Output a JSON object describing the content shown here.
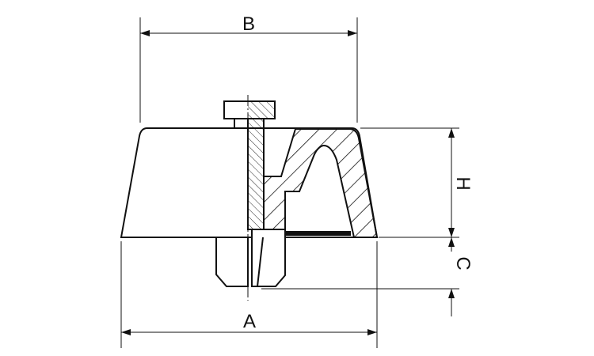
{
  "dimensions": {
    "A": "A",
    "B": "B",
    "H": "H",
    "C": "C"
  },
  "colors": {
    "line": "#111111",
    "background": "#ffffff"
  }
}
